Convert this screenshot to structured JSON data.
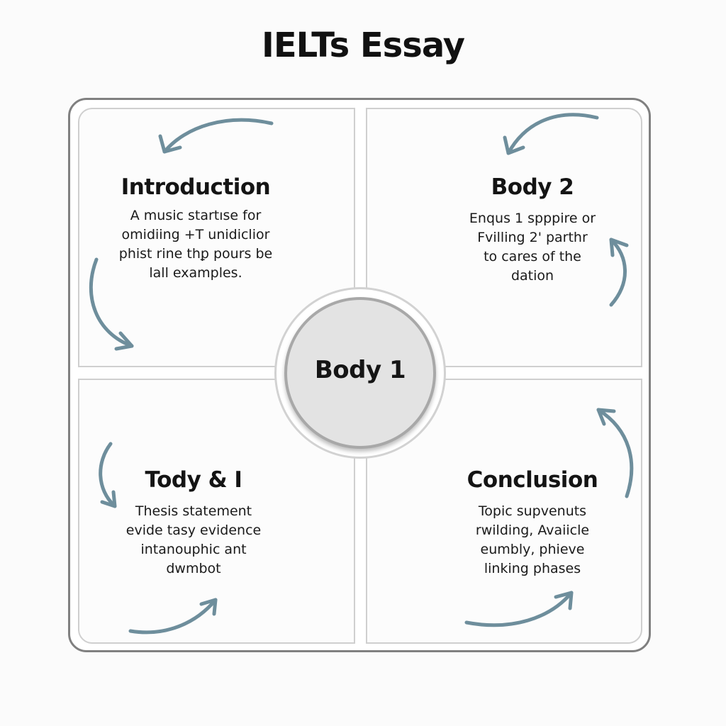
{
  "title": "IELTs Essay",
  "hub": {
    "label": "Body 1"
  },
  "panels": {
    "top_left": {
      "heading": "Introduction",
      "lines": [
        "A music startıse for",
        "omidiing +T unidiclior",
        "phist rine thꝑ pours be",
        "lall examples."
      ]
    },
    "top_right": {
      "heading": "Body 2",
      "lines": [
        "Enqus 1 spppire or",
        "Fvilling 2' parthr",
        "to cares of the",
        "dation"
      ]
    },
    "bottom_left": {
      "heading": "Tody & I",
      "lines": [
        "Thesis statement",
        "evide tasy evidence",
        "intanouphic ant",
        "dwmbot"
      ]
    },
    "bottom_right": {
      "heading": "Conclusion",
      "lines": [
        "Topic supvenuts",
        "rwilding, Avaiicle",
        "eumbly, phieve",
        "linking phases"
      ]
    }
  },
  "colors": {
    "arrow": "#6e8e9c",
    "frame": "#808080",
    "panel_border": "#cfcfcf",
    "hub_fill": "#e3e3e3"
  },
  "icons": [
    "curved-arrow-icon"
  ]
}
